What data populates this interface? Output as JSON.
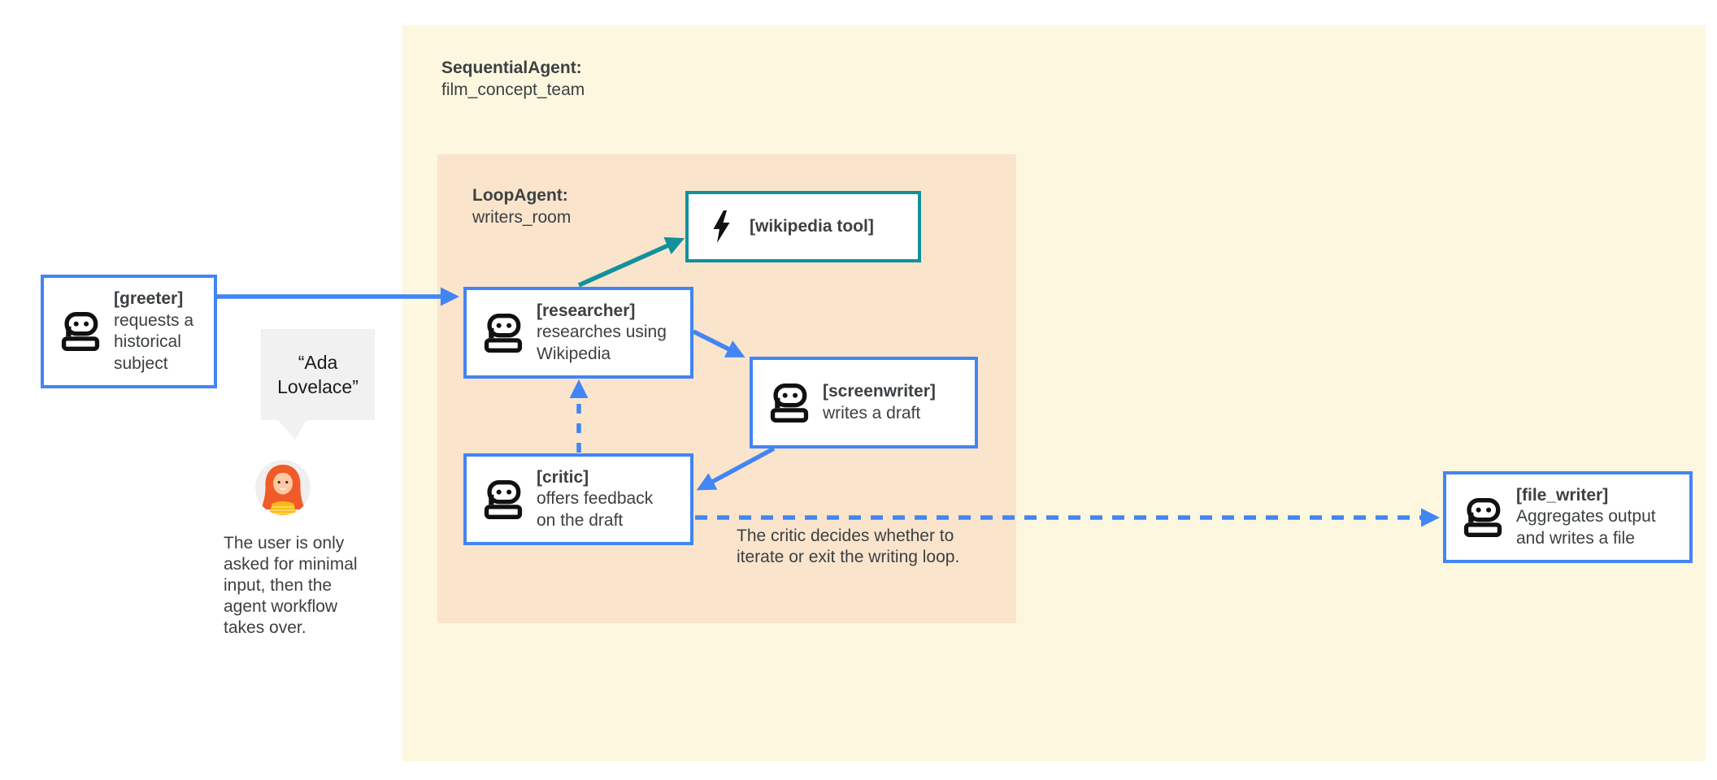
{
  "diagram_type": "agent-workflow-flowchart",
  "colors": {
    "outer_group_bg": "#FEF7E0",
    "inner_group_bg": "#FAE5CC",
    "node_border_blue": "#4285F4",
    "node_border_teal": "#12919C",
    "arrow_blue": "#4285F4",
    "arrow_teal": "#12919C",
    "text": "#3C4043",
    "bubble_bg": "#F1F1F1"
  },
  "outer_group": {
    "title": "SequentialAgent:",
    "subtitle": "film_concept_team"
  },
  "inner_group": {
    "title": "LoopAgent:",
    "subtitle": "writers_room"
  },
  "nodes": {
    "greeter": {
      "title": "[greeter]",
      "lines": [
        "requests a",
        "historical",
        "subject"
      ]
    },
    "researcher": {
      "title": "[researcher]",
      "lines": [
        "researches using",
        "Wikipedia"
      ]
    },
    "screenwriter": {
      "title": "[screenwriter]",
      "lines": [
        "writes a draft"
      ]
    },
    "critic": {
      "title": "[critic]",
      "lines": [
        "offers feedback",
        "on the draft"
      ]
    },
    "file_writer": {
      "title": "[file_writer]",
      "lines": [
        "Aggregates output",
        "and writes a file"
      ]
    },
    "wikipedia_tool": {
      "title": "[wikipedia tool]"
    }
  },
  "edges": [
    {
      "from": "greeter",
      "to": "researcher",
      "style": "solid",
      "color": "#4285F4"
    },
    {
      "from": "researcher",
      "to": "wikipedia_tool",
      "style": "solid",
      "color": "#12919C"
    },
    {
      "from": "researcher",
      "to": "screenwriter",
      "style": "solid",
      "color": "#4285F4"
    },
    {
      "from": "screenwriter",
      "to": "critic",
      "style": "solid",
      "color": "#4285F4"
    },
    {
      "from": "critic",
      "to": "researcher",
      "style": "dashed",
      "color": "#4285F4"
    },
    {
      "from": "critic",
      "to": "file_writer",
      "style": "dashed",
      "color": "#4285F4"
    }
  ],
  "annotations": {
    "user_quote": {
      "lines": [
        "“Ada",
        "Lovelace”"
      ]
    },
    "user_note": {
      "lines": [
        "The user is only",
        "asked for minimal",
        "input, then the",
        "agent workflow",
        "takes over."
      ]
    },
    "critic_note": {
      "lines": [
        "The critic decides whether to",
        "iterate or exit the writing loop."
      ]
    }
  }
}
